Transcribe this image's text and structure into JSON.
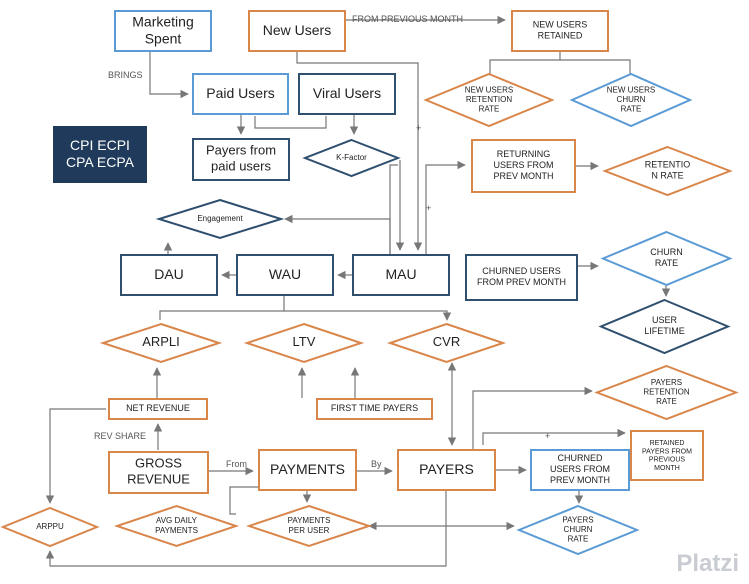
{
  "nodes": [
    {
      "id": "marketing-spent",
      "lines": [
        "Marketing",
        "Spent"
      ],
      "border": "#5b9bd5"
    },
    {
      "id": "new-users",
      "lines": [
        "New Users"
      ],
      "border": "#d9864a"
    },
    {
      "id": "new-users-retained",
      "lines": [
        "NEW USERS",
        "RETAINED"
      ],
      "border": "#d9864a"
    },
    {
      "id": "paid-users",
      "lines": [
        "Paid Users"
      ],
      "border": "#5b9bd5"
    },
    {
      "id": "viral-users",
      "lines": [
        "Viral Users"
      ],
      "border": "#2f4f6f"
    },
    {
      "id": "new-users-retention-rate",
      "lines": [
        "NEW USERS",
        "RETENTION",
        "RATE"
      ],
      "border": "#d9864a"
    },
    {
      "id": "new-users-churn-rate",
      "lines": [
        "NEW USERS",
        "CHURN",
        "RATE"
      ],
      "border": "#5b9bd5"
    },
    {
      "id": "payers-from-paid-users",
      "lines": [
        "Payers from",
        "paid users"
      ],
      "border": "#2f4f6f"
    },
    {
      "id": "k-factor",
      "lines": [
        "K-Factor"
      ],
      "border": "#2f4f6f"
    },
    {
      "id": "cpi-box",
      "lines": [
        "CPI ECPI",
        "CPA ECPA"
      ],
      "border": "#1f3a5a"
    },
    {
      "id": "returning-users",
      "lines": [
        "RETURNING",
        "USERS FROM",
        "PREV MONTH"
      ],
      "border": "#d9864a"
    },
    {
      "id": "retention-rate",
      "lines": [
        "RETENTIO",
        "N RATE"
      ],
      "border": "#d9864a"
    },
    {
      "id": "engagement",
      "lines": [
        "Engagement"
      ],
      "border": "#2f4f6f"
    },
    {
      "id": "dau",
      "lines": [
        "DAU"
      ],
      "border": "#2f4f6f"
    },
    {
      "id": "wau",
      "lines": [
        "WAU"
      ],
      "border": "#2f4f6f"
    },
    {
      "id": "mau",
      "lines": [
        "MAU"
      ],
      "border": "#2f4f6f"
    },
    {
      "id": "churned-users",
      "lines": [
        "CHURNED USERS",
        "FROM PREV MONTH"
      ],
      "border": "#2f4f6f"
    },
    {
      "id": "churn-rate",
      "lines": [
        "CHURN",
        "RATE"
      ],
      "border": "#5b9bd5"
    },
    {
      "id": "user-lifetime",
      "lines": [
        "USER",
        "LIFETIME"
      ],
      "border": "#2f4f6f"
    },
    {
      "id": "arpli",
      "lines": [
        "ARPLI"
      ],
      "border": "#d9864a"
    },
    {
      "id": "ltv",
      "lines": [
        "LTV"
      ],
      "border": "#d9864a"
    },
    {
      "id": "cvr",
      "lines": [
        "CVR"
      ],
      "border": "#d9864a"
    },
    {
      "id": "payers-retention-rate",
      "lines": [
        "PAYERS",
        "RETENTION",
        "RATE"
      ],
      "border": "#d9864a"
    },
    {
      "id": "net-revenue",
      "lines": [
        "NET REVENUE"
      ],
      "border": "#d9864a"
    },
    {
      "id": "first-time-payers",
      "lines": [
        "FIRST TIME PAYERS"
      ],
      "border": "#d9864a"
    },
    {
      "id": "retained-payers",
      "lines": [
        "RETAINED",
        "PAYERS FROM",
        "PREVIOUS",
        "MONTH"
      ],
      "border": "#d9864a"
    },
    {
      "id": "gross-revenue",
      "lines": [
        "GROSS",
        "REVENUE"
      ],
      "border": "#d9864a"
    },
    {
      "id": "payments",
      "lines": [
        "PAYMENTS"
      ],
      "border": "#d9864a"
    },
    {
      "id": "payers",
      "lines": [
        "PAYERS"
      ],
      "border": "#d9864a"
    },
    {
      "id": "churned-payers",
      "lines": [
        "CHURNED",
        "USERS FROM",
        "PREV MONTH"
      ],
      "border": "#5b9bd5"
    },
    {
      "id": "arppu",
      "lines": [
        "ARPPU"
      ],
      "border": "#d9864a"
    },
    {
      "id": "avg-daily-payments",
      "lines": [
        "AVG DAILY",
        "PAYMENTS"
      ],
      "border": "#d9864a"
    },
    {
      "id": "payments-per-user",
      "lines": [
        "PAYMENTS",
        "PER USER"
      ],
      "border": "#d9864a"
    },
    {
      "id": "payers-churn-rate",
      "lines": [
        "PAYERS",
        "CHURN",
        "RATE"
      ],
      "border": "#5b9bd5"
    }
  ],
  "edge_labels": [
    {
      "id": "from-previous-month",
      "text": "FROM PREVIOUS MONTH"
    },
    {
      "id": "brings",
      "text": "BRINGS"
    },
    {
      "id": "plus-1",
      "text": "+"
    },
    {
      "id": "plus-2",
      "text": "+"
    },
    {
      "id": "rev-share",
      "text": "REV SHARE"
    },
    {
      "id": "from",
      "text": "From"
    },
    {
      "id": "by",
      "text": "By"
    },
    {
      "id": "plus-3",
      "text": "+"
    }
  ],
  "watermark": "Platzi"
}
